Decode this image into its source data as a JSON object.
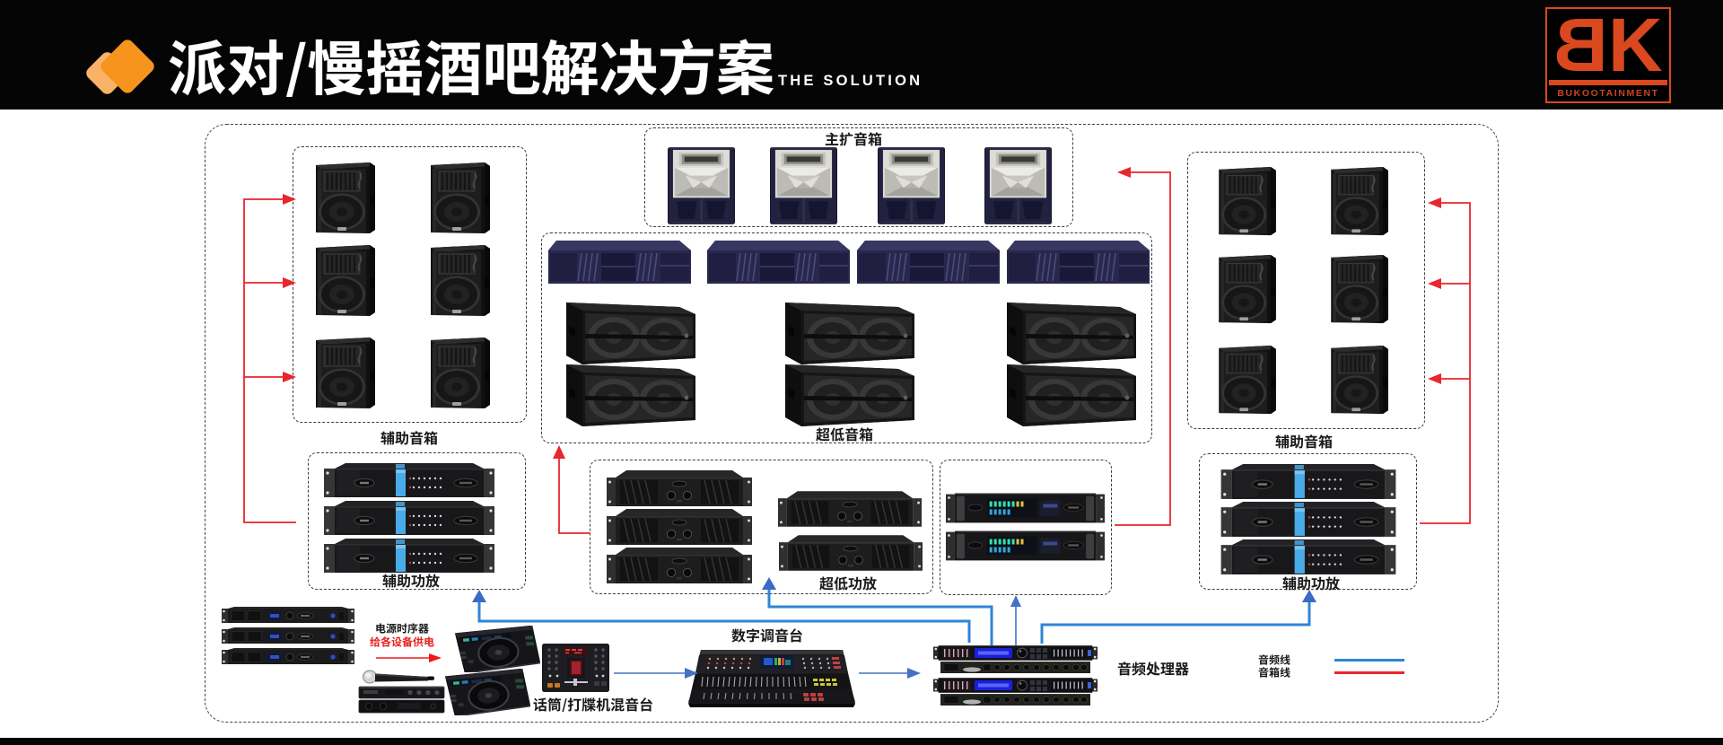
{
  "header": {
    "title": "派对/慢摇酒吧解决方案",
    "subtitle": "THE SOLUTION",
    "brand": {
      "letter_b": "B",
      "letter_k": "K",
      "name": "BUKOOTAINMENT"
    }
  },
  "diagram": {
    "groups": {
      "main_speakers": {
        "label": "主扩音箱",
        "count": 4
      },
      "sub_speakers": {
        "label": "超低音箱",
        "line_array_count": 4,
        "subwoofer_count": 6
      },
      "aux_speakers_left": {
        "label": "辅助音箱",
        "count": 6
      },
      "aux_speakers_right": {
        "label": "辅助音箱",
        "count": 6
      },
      "aux_amps_left": {
        "label": "辅助功放",
        "count": 3
      },
      "sub_amps": {
        "label": "超低功放",
        "count": 5
      },
      "main_amps": {
        "count": 2
      },
      "aux_amps_right": {
        "label": "辅助功放",
        "count": 3
      }
    },
    "devices": {
      "power_sequencer": {
        "label": "电源时序器",
        "note": "给各设备供电",
        "count": 3
      },
      "mic_dj_mixer": {
        "label": "话筒/打牒机混音台"
      },
      "digital_mixer": {
        "label": "数字调音台"
      },
      "audio_processor": {
        "label": "音频处理器",
        "count": 2
      }
    },
    "legend": {
      "audio_line": {
        "label": "音频线",
        "color": "#2e86d6"
      },
      "speaker_line": {
        "label": "音箱线",
        "color": "#e8262d"
      }
    }
  },
  "colors": {
    "header_bg": "#050505",
    "canvas_bg": "#ffffff",
    "accent_orange": "#f7941e",
    "brand_red": "#d9481e",
    "audio_line_blue": "#2e86d6",
    "speaker_line_red": "#e8262d"
  }
}
